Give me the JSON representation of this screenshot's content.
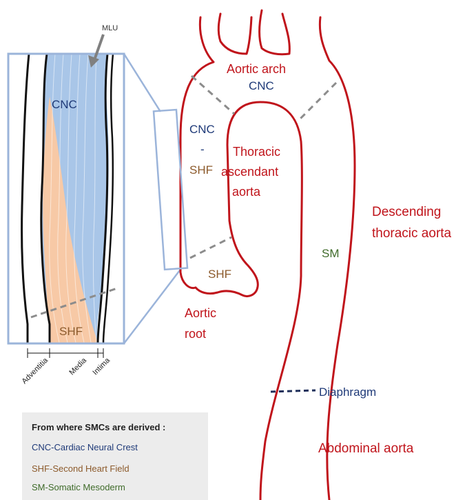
{
  "colors": {
    "aorta": "#c0141b",
    "cnc": "#1f3a78",
    "shf": "#8c5a2b",
    "sm": "#3f6b2a",
    "cnc_fill": "#a9c6e8",
    "shf_fill": "#f7c9a6",
    "zoom_frame": "#9bb4da",
    "dashes": "#8c8c8c",
    "diaphragm_line": "#1f2f5a",
    "legend_bg": "#ececec"
  },
  "inset": {
    "mlu": "MLU",
    "cnc": "CNC",
    "shf": "SHF",
    "layers": [
      "Adventitia",
      "Media",
      "Intima"
    ]
  },
  "aorta": {
    "arch_title": "Aortic arch",
    "arch_cnc": "CNC",
    "mixed_cnc": "CNC",
    "mixed_dash": "-",
    "mixed_shf": "SHF",
    "ascending_l1": "Thoracic",
    "ascending_l2": "ascendant",
    "ascending_l3": "aorta",
    "root_shf": "SHF",
    "root_l1": "Aortic",
    "root_l2": "root",
    "descending_l1": "Descending",
    "descending_l2": "thoracic aorta",
    "sm": "SM",
    "diaphragm": "Diaphragm",
    "abdominal": "Abdominal aorta"
  },
  "legend": {
    "title": "From where SMCs are derived :",
    "items": [
      {
        "text": "CNC-Cardiac Neural Crest",
        "color": "#1f3a78"
      },
      {
        "text": "SHF-Second Heart Field",
        "color": "#8c5a2b"
      },
      {
        "text": "SM-Somatic Mesoderm",
        "color": "#3f6b2a"
      }
    ]
  }
}
